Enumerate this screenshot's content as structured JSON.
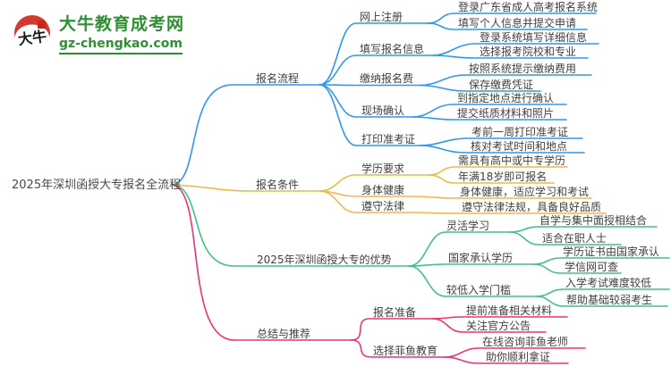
{
  "logo": {
    "title": "大牛教育成考网",
    "domain": "gz-chengkao.com",
    "icon_text": "大牛"
  },
  "palette": {
    "branch_blue": "#2f97f0",
    "branch_yellow": "#f2b746",
    "branch_green": "#41c088",
    "branch_pink": "#f0307a",
    "text": "#3f3f3f",
    "logo_green": "#2f8f33",
    "logo_red": "#d43a2f"
  },
  "root": {
    "label": "2025年深圳函授大专报名全流程"
  },
  "branches": [
    {
      "label": "报名流程",
      "color": "#2f97f0",
      "children": [
        {
          "label": "网上注册",
          "children": [
            {
              "label": "登录广东省成人高考报名系统"
            },
            {
              "label": "填写个人信息并提交申请"
            }
          ]
        },
        {
          "label": "填写报名信息",
          "children": [
            {
              "label": "登录系统填写详细信息"
            },
            {
              "label": "选择报考院校和专业"
            }
          ]
        },
        {
          "label": "缴纳报名费",
          "children": [
            {
              "label": "按照系统提示缴纳费用"
            },
            {
              "label": "保存缴费凭证"
            }
          ]
        },
        {
          "label": "现场确认",
          "children": [
            {
              "label": "到指定地点进行确认"
            },
            {
              "label": "提交纸质材料和照片"
            }
          ]
        },
        {
          "label": "打印准考证",
          "children": [
            {
              "label": "考前一周打印准考证"
            },
            {
              "label": "核对考试时间和地点"
            }
          ]
        }
      ]
    },
    {
      "label": "报名条件",
      "color": "#f2b746",
      "children": [
        {
          "label": "学历要求",
          "children": [
            {
              "label": "需具有高中或中专学历"
            },
            {
              "label": "年满18岁即可报名"
            }
          ]
        },
        {
          "label": "身体健康",
          "children": [
            {
              "label": "身体健康，适应学习和考试"
            }
          ]
        },
        {
          "label": "遵守法律",
          "children": [
            {
              "label": "遵守法律法规，具备良好品质"
            }
          ]
        }
      ]
    },
    {
      "label": "2025年深圳函授大专的优势",
      "color": "#41c088",
      "children": [
        {
          "label": "灵活学习",
          "children": [
            {
              "label": "自学与集中面授相结合"
            },
            {
              "label": "适合在职人士"
            }
          ]
        },
        {
          "label": "国家承认学历",
          "children": [
            {
              "label": "学历证书由国家承认"
            },
            {
              "label": "学信网可查"
            }
          ]
        },
        {
          "label": "较低入学门槛",
          "children": [
            {
              "label": "入学考试难度较低"
            },
            {
              "label": "帮助基础较弱考生"
            }
          ]
        }
      ]
    },
    {
      "label": "总结与推荐",
      "color": "#f0307a",
      "children": [
        {
          "label": "报名准备",
          "children": [
            {
              "label": "提前准备相关材料"
            },
            {
              "label": "关注官方公告"
            }
          ]
        },
        {
          "label": "选择菲鱼教育",
          "children": [
            {
              "label": "在线咨询菲鱼老师"
            },
            {
              "label": "助你顺利拿证"
            }
          ]
        }
      ]
    }
  ]
}
